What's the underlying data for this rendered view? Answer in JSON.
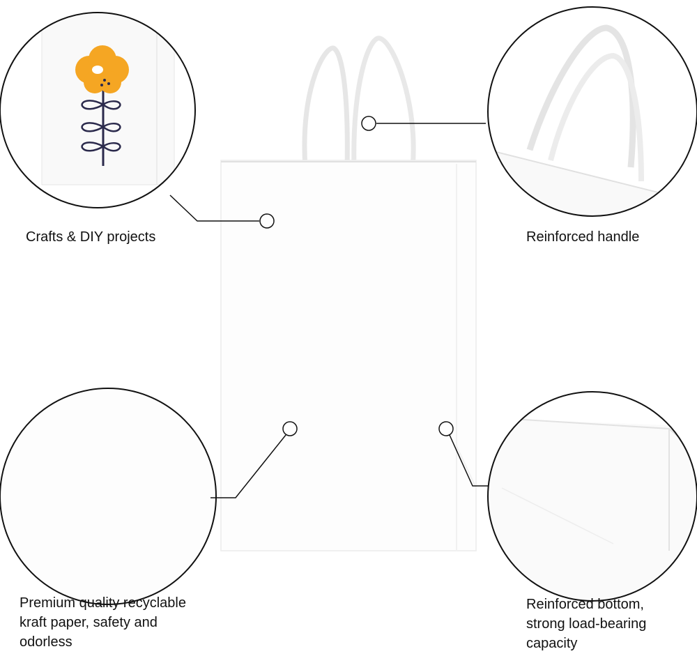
{
  "callouts": {
    "crafts": {
      "label": "Crafts & DIY projects"
    },
    "handle": {
      "label": "Reinforced handle"
    },
    "paper": {
      "lines": [
        "Premium quality recyclable",
        "kraft paper, safety and",
        "odorless"
      ]
    },
    "bottom": {
      "lines": [
        "Reinforced bottom,",
        "strong load-bearing",
        "capacity"
      ]
    }
  },
  "colors": {
    "flower": "#f5a623",
    "stem": "#2b2a4c",
    "line": "#111111"
  }
}
